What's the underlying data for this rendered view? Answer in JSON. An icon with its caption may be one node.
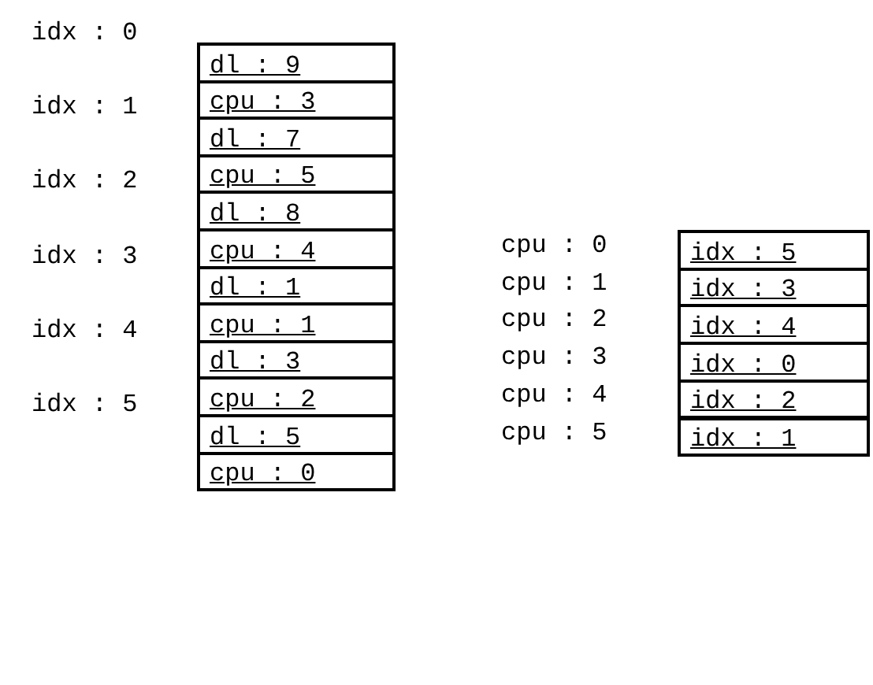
{
  "diagram": {
    "nodes": [
      {
        "text": [
          "dl : 9"
        ]
      },
      {
        "text": [
          "cpu : 3"
        ]
      },
      {
        "text": [
          "dl : 7"
        ]
      },
      {
        "text": [
          "cpu : 5"
        ]
      },
      {
        "text": [
          "dl : 8"
        ]
      },
      {
        "text": [
          "cpu : 4"
        ]
      },
      {
        "text": [
          "dl : 1"
        ]
      },
      {
        "text": [
          "cpu : 1"
        ]
      },
      {
        "text": [
          "dl : 3"
        ]
      },
      {
        "text": [
          "cpu : 2"
        ]
      },
      {
        "text": [
          "dl : 5"
        ]
      },
      {
        "text": [
          "cpu : 0"
        ]
      },
      {
        "text": [
          "idx : 5"
        ]
      },
      {
        "text": [
          "idx : 3"
        ]
      },
      {
        "text": [
          "idx : 4"
        ]
      },
      {
        "text": [
          "idx : 0"
        ]
      },
      {
        "text": [
          "idx : 2"
        ]
      },
      {
        "text": [
          "idx : 1"
        ]
      }
    ],
    "labels": [
      "idx : 0",
      "idx : 1",
      "idx : 2",
      "idx : 3",
      "idx : 4",
      "idx : 5",
      "cpu : 0",
      "cpu : 1",
      "cpu : 2",
      "cpu : 3",
      "cpu : 4",
      "cpu : 5"
    ]
  }
}
